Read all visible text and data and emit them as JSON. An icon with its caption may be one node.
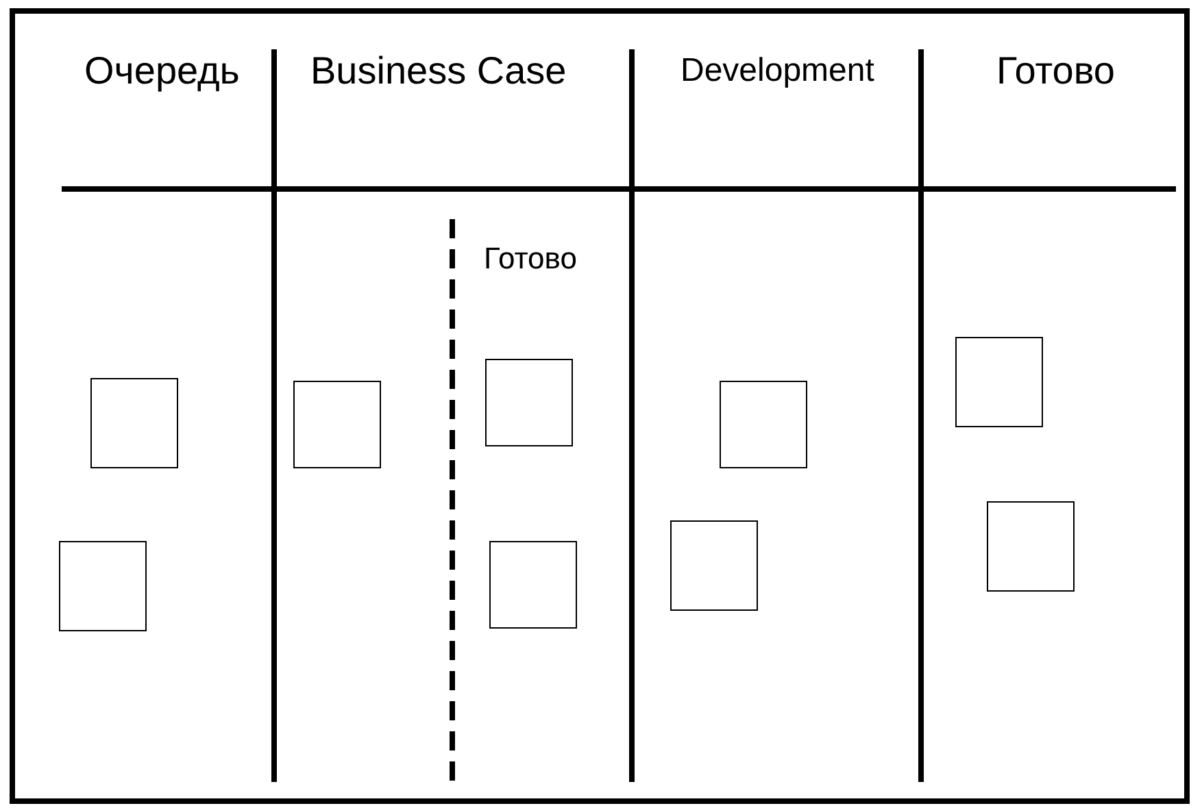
{
  "diagram": {
    "nodes": [
      {
        "text": [],
        "shape": "box"
      },
      {
        "text": [],
        "shape": "box"
      },
      {
        "text": [],
        "shape": "box"
      },
      {
        "text": [],
        "shape": "box"
      },
      {
        "text": [],
        "shape": "box"
      },
      {
        "text": [],
        "shape": "box"
      },
      {
        "text": [],
        "shape": "box"
      },
      {
        "text": [],
        "shape": "box"
      },
      {
        "text": [],
        "shape": "box"
      }
    ],
    "edges": [],
    "labels": [
      "Очередь",
      "Business Case",
      "Development",
      "Готово",
      "Готово"
    ]
  }
}
